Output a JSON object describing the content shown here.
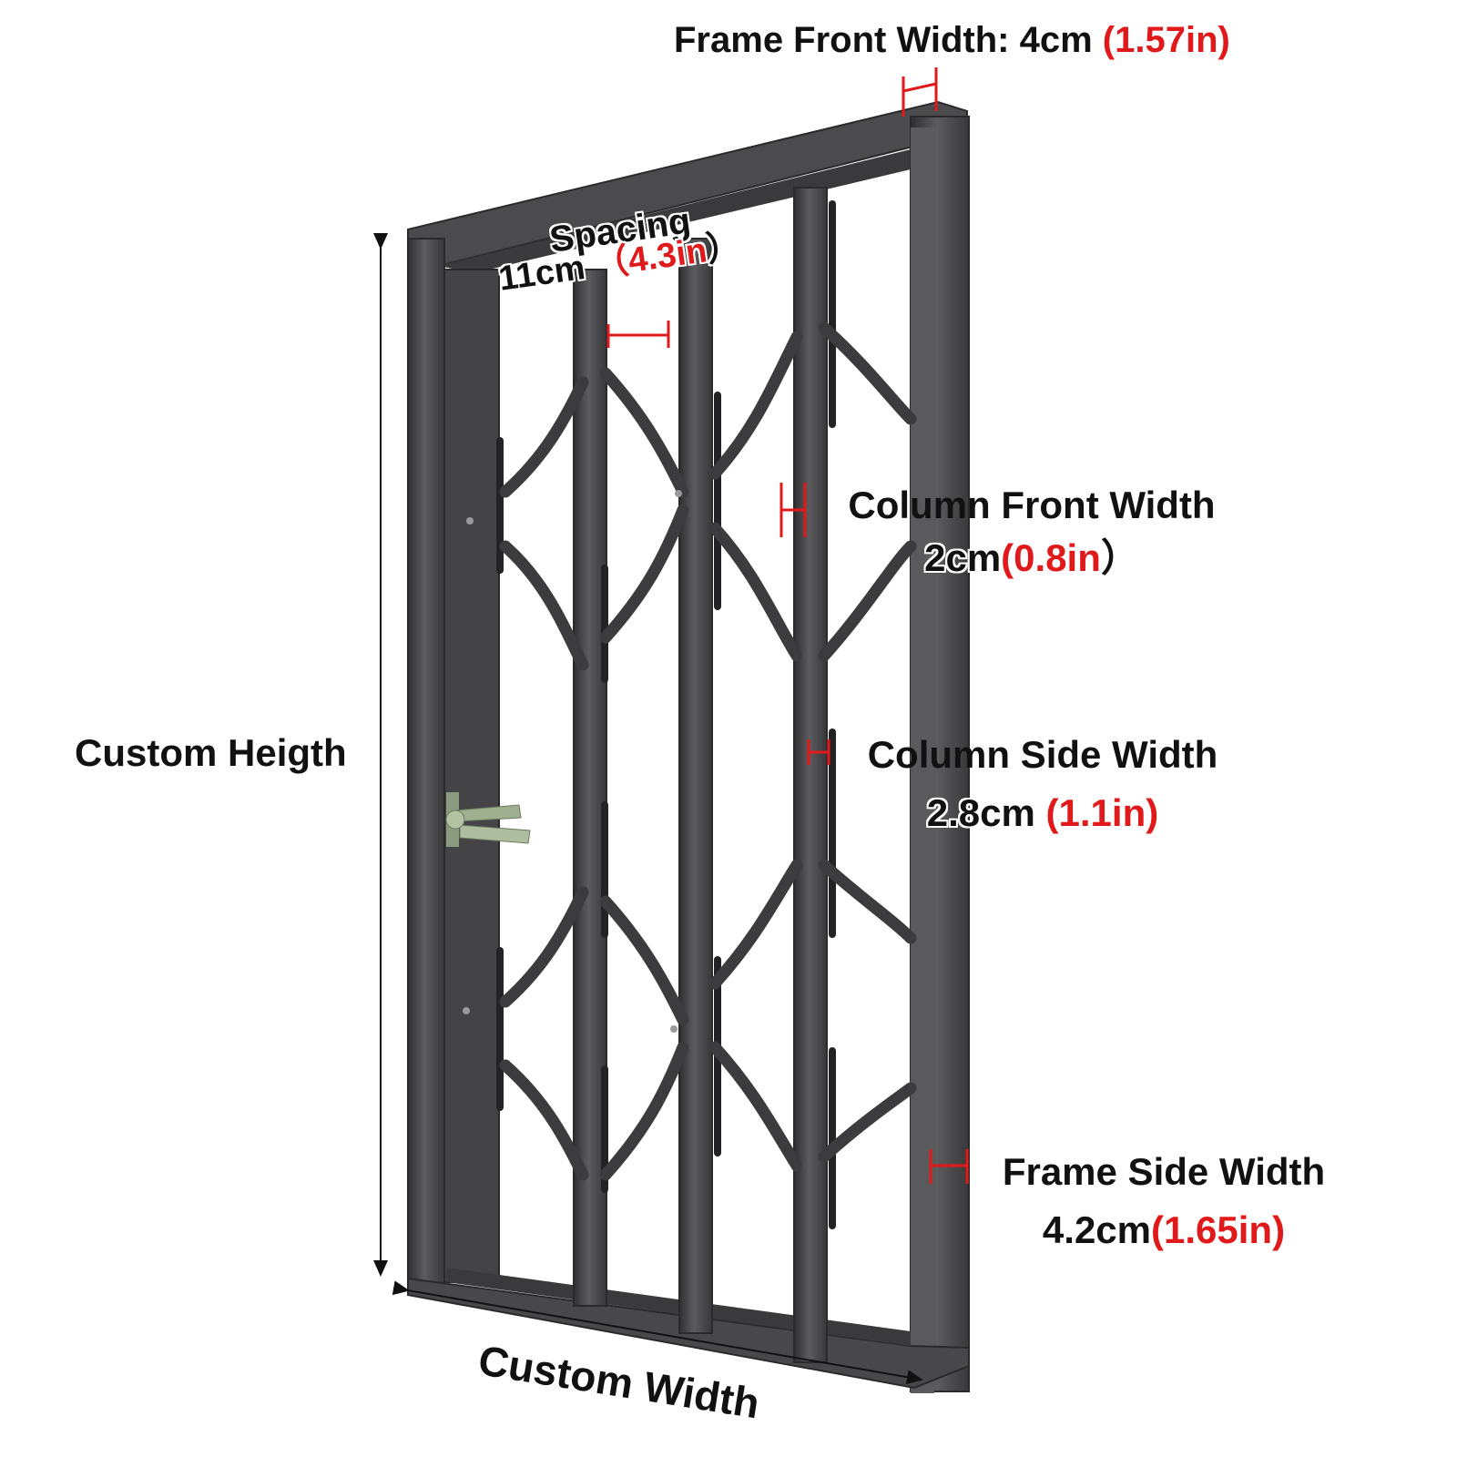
{
  "labels": {
    "frame_front": {
      "text": "Frame Front Width: 4cm ",
      "value": "(1.57in)"
    },
    "spacing": {
      "title": "Spacing",
      "text": "11cm  ",
      "value": "（4.3in",
      "close": "）"
    },
    "column_front": {
      "title": "Column Front Width",
      "text": "2cm",
      "value": "(0.8in",
      "close": "）"
    },
    "column_side": {
      "title": "Column Side Width",
      "text": "2.8cm ",
      "value": "(1.1in)"
    },
    "frame_side": {
      "title": "Frame Side Width",
      "text": "4.2cm",
      "value": "(1.65in)"
    },
    "height": "Custom Heigth",
    "width": "Custom Width"
  },
  "colors": {
    "metal": "#4a4a4c",
    "metal_dark": "#2e2e30",
    "metal_light": "#6a6a6c",
    "marker": "#e0191b",
    "text": "#111111"
  }
}
